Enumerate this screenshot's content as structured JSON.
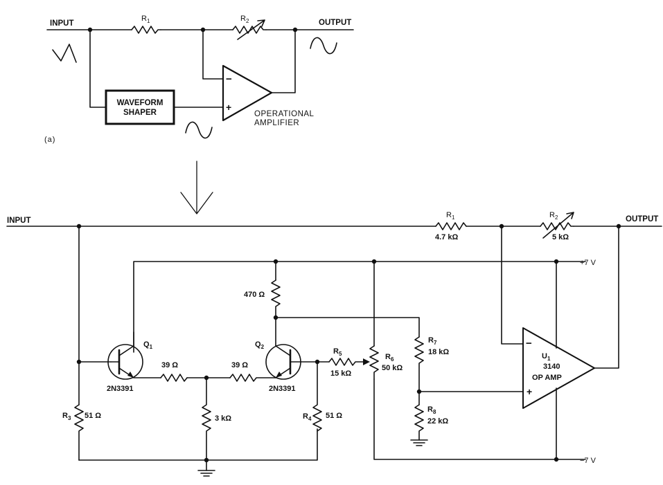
{
  "diagram_a": {
    "input": "INPUT",
    "output": "OUTPUT",
    "r1": {
      "main": "R",
      "sub": "1"
    },
    "r2": {
      "main": "R",
      "sub": "2"
    },
    "shaper_line1": "WAVEFORM",
    "shaper_line2": "SHAPER",
    "opamp_line1": "OPERATIONAL",
    "opamp_line2": "AMPLIFIER",
    "minus": "−",
    "plus": "+",
    "caption": "(a)"
  },
  "diagram_b": {
    "input": "INPUT",
    "output": "OUTPUT",
    "r1": {
      "main": "R",
      "sub": "1",
      "value": "4.7 kΩ"
    },
    "r2": {
      "main": "R",
      "sub": "2",
      "value": "5 kΩ"
    },
    "r3": {
      "main": "R",
      "sub": "3",
      "value": "51 Ω"
    },
    "r4": {
      "main": "R",
      "sub": "4",
      "value": "51 Ω"
    },
    "r5": {
      "main": "R",
      "sub": "5",
      "value": "15 kΩ"
    },
    "r6": {
      "main": "R",
      "sub": "6",
      "value": "50 kΩ"
    },
    "r7": {
      "main": "R",
      "sub": "7",
      "value": "18 kΩ"
    },
    "r8": {
      "main": "R",
      "sub": "8",
      "value": "22 kΩ"
    },
    "r_470": "470 Ω",
    "r_39a": "39 Ω",
    "r_39b": "39 Ω",
    "r_3k": "3 kΩ",
    "q1": {
      "main": "Q",
      "sub": "1",
      "part": "2N3391"
    },
    "q2": {
      "main": "Q",
      "sub": "2",
      "part": "2N3391"
    },
    "u1": {
      "main": "U",
      "sub": "1",
      "part": "3140",
      "type": "OP AMP"
    },
    "minus": "−",
    "plus": "+",
    "vpos": "+7 V",
    "vneg": "−7 V"
  }
}
